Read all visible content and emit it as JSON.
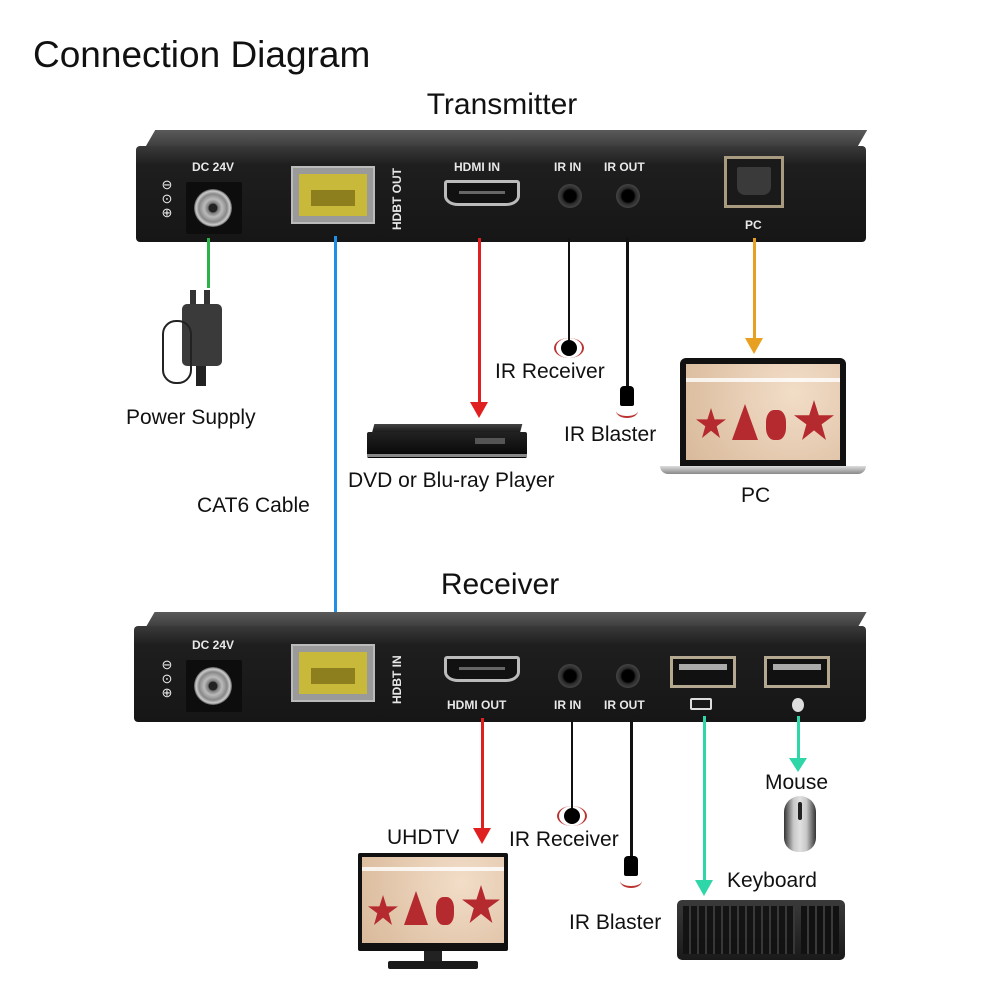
{
  "title": "Connection Diagram",
  "colors": {
    "power": "#2db24a",
    "cat6": "#1f8ee6",
    "hdmi": "#e02020",
    "usb_pc": "#e8a020",
    "usb_hid": "#2fd6a8",
    "ir": "#111111"
  },
  "transmitter": {
    "heading": "Transmitter",
    "ports": {
      "dc": "DC 24V",
      "hdbt": "HDBT OUT",
      "hdmi": "HDMI IN",
      "ir_in": "IR IN",
      "ir_out": "IR OUT",
      "pc": "PC"
    },
    "devices": {
      "power_supply": "Power Supply",
      "ir_receiver": "IR Receiver",
      "ir_blaster": "IR Blaster",
      "player": "DVD or Blu-ray Player",
      "pc": "PC"
    }
  },
  "cable_label": "CAT6 Cable",
  "receiver": {
    "heading": "Receiver",
    "ports": {
      "dc": "DC 24V",
      "hdbt": "HDBT IN",
      "hdmi": "HDMI OUT",
      "ir_in": "IR IN",
      "ir_out": "IR OUT",
      "usb_keyboard_icon": "keyboard-icon",
      "usb_mouse_icon": "mouse-icon"
    },
    "devices": {
      "tv": "UHDTV",
      "ir_receiver": "IR Receiver",
      "ir_blaster": "IR Blaster",
      "mouse": "Mouse",
      "keyboard": "Keyboard"
    }
  }
}
